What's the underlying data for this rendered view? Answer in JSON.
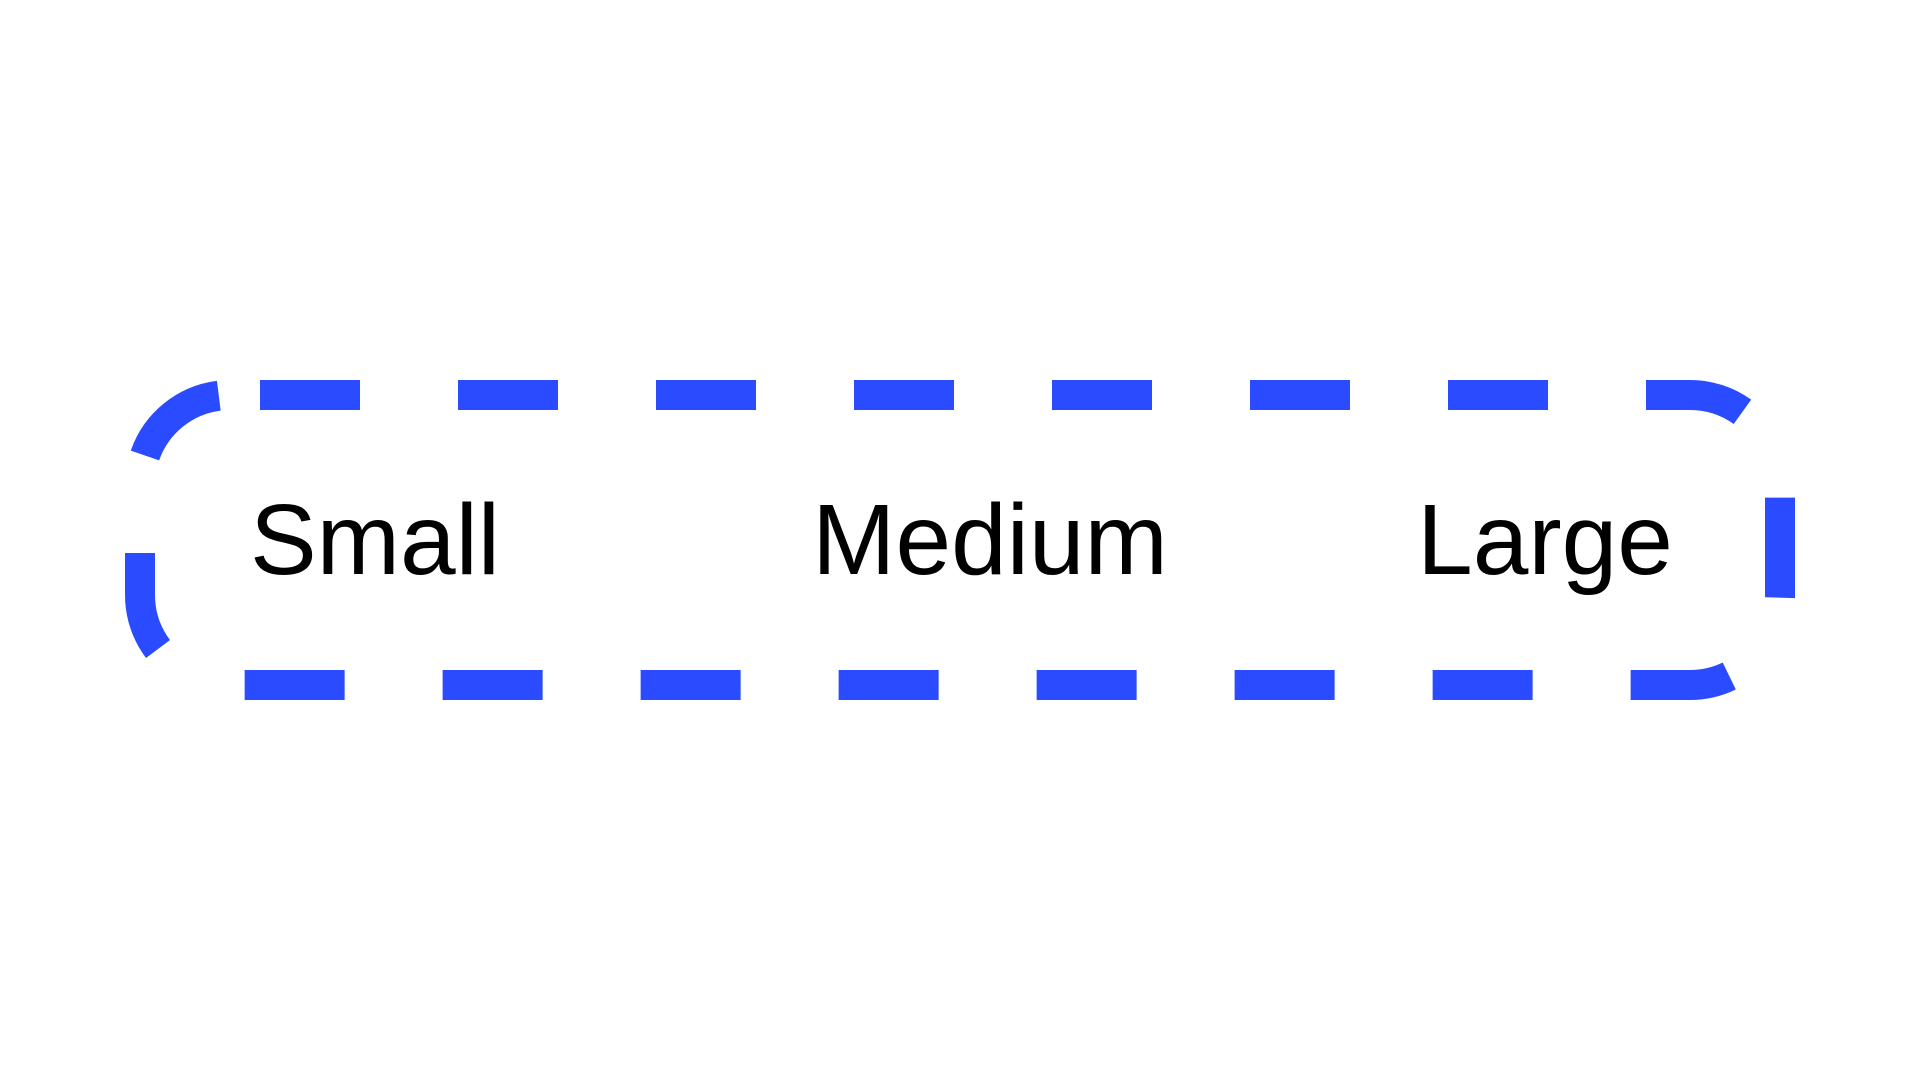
{
  "size_selector": {
    "options": [
      {
        "label": "Small"
      },
      {
        "label": "Medium"
      },
      {
        "label": "Large"
      }
    ],
    "border_color": "#2A4BFF",
    "text_color": "#000000"
  }
}
